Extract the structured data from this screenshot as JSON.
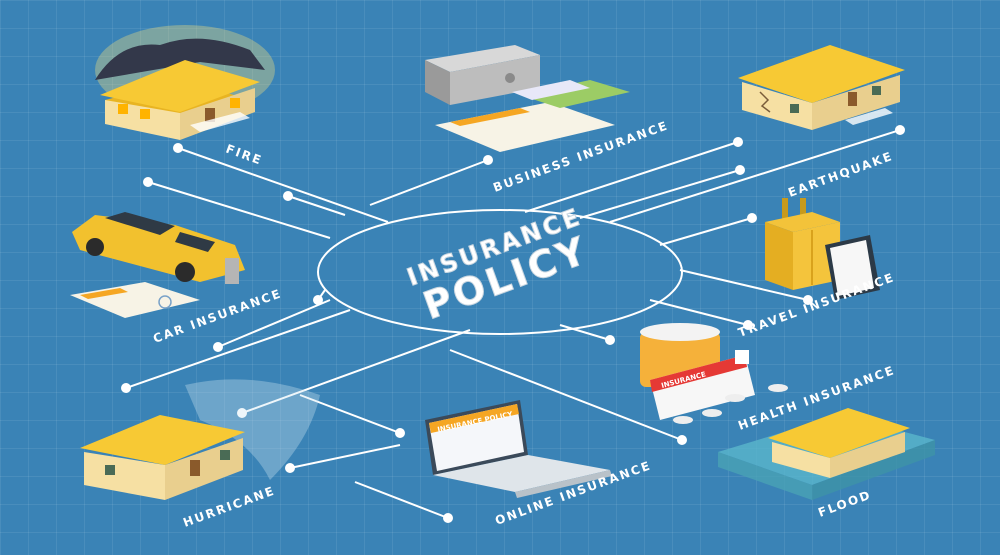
{
  "title": {
    "line1": "INSURANCE",
    "line2": "POLICY"
  },
  "labels": {
    "fire": "FIRE",
    "business": "BUSINESS INSURANCE",
    "earthquake": "EARTHQUAKE",
    "travel": "TRAVEL INSURANCE",
    "health": "HEALTH INSURANCE",
    "flood": "FLOOD",
    "online": "ONLINE INSURANCE",
    "hurricane": "HURRICANE",
    "car": "CAR INSURANCE"
  },
  "laptop_screen": {
    "header": "INSURANCE POLICY"
  },
  "health_card": {
    "header": "INSURANCE"
  },
  "colors": {
    "background": "#3a83b6",
    "house_roof": "#f5c02a",
    "car": "#f2c12e",
    "line": "#ffffff"
  }
}
